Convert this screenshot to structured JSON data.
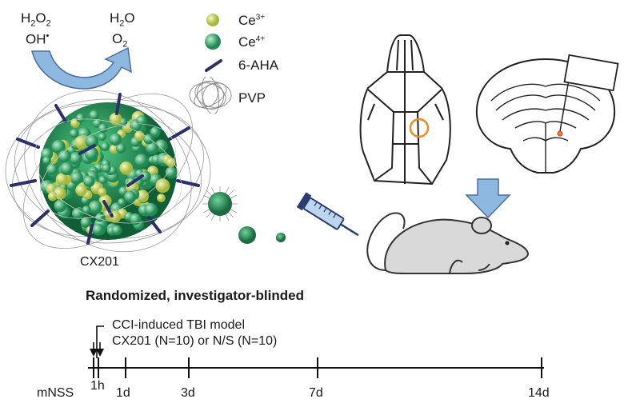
{
  "reaction": {
    "reactant1": {
      "base": "H",
      "sub": "2",
      "mid": "O",
      "sub2": "2"
    },
    "reactant2": {
      "base": "OH",
      "sup": "•"
    },
    "product1": {
      "base": "H",
      "sub": "2",
      "mid": "O"
    },
    "product2": {
      "base": "O",
      "sub": "2"
    }
  },
  "legend": [
    {
      "label": "Ce",
      "sup": "3+",
      "icon": "ce3-dot-icon"
    },
    {
      "label": "Ce",
      "sup": "4+",
      "icon": "ce4-dot-icon"
    },
    {
      "label": "6-AHA",
      "sup": "",
      "icon": "aha-stick-icon"
    },
    {
      "label": "PVP",
      "sup": "",
      "icon": "pvp-coil-icon"
    }
  ],
  "nanoparticle_label": "CX201",
  "design_title": "Randomized, investigator-blinded",
  "timeline": {
    "event1": "CCI-induced TBI model",
    "event2": "CX201 (N=10) or N/S (N=10)",
    "row_label": "mNSS",
    "ticks": [
      "1h",
      "1d",
      "3d",
      "7d",
      "14d"
    ]
  },
  "colors": {
    "ce3": "#c8d65a",
    "ce4": "#2fae6b",
    "aha": "#2c2f6b",
    "arrow": "#8fb8e0",
    "injury": "#f08a1c",
    "mouse": "#d9d9d9"
  }
}
